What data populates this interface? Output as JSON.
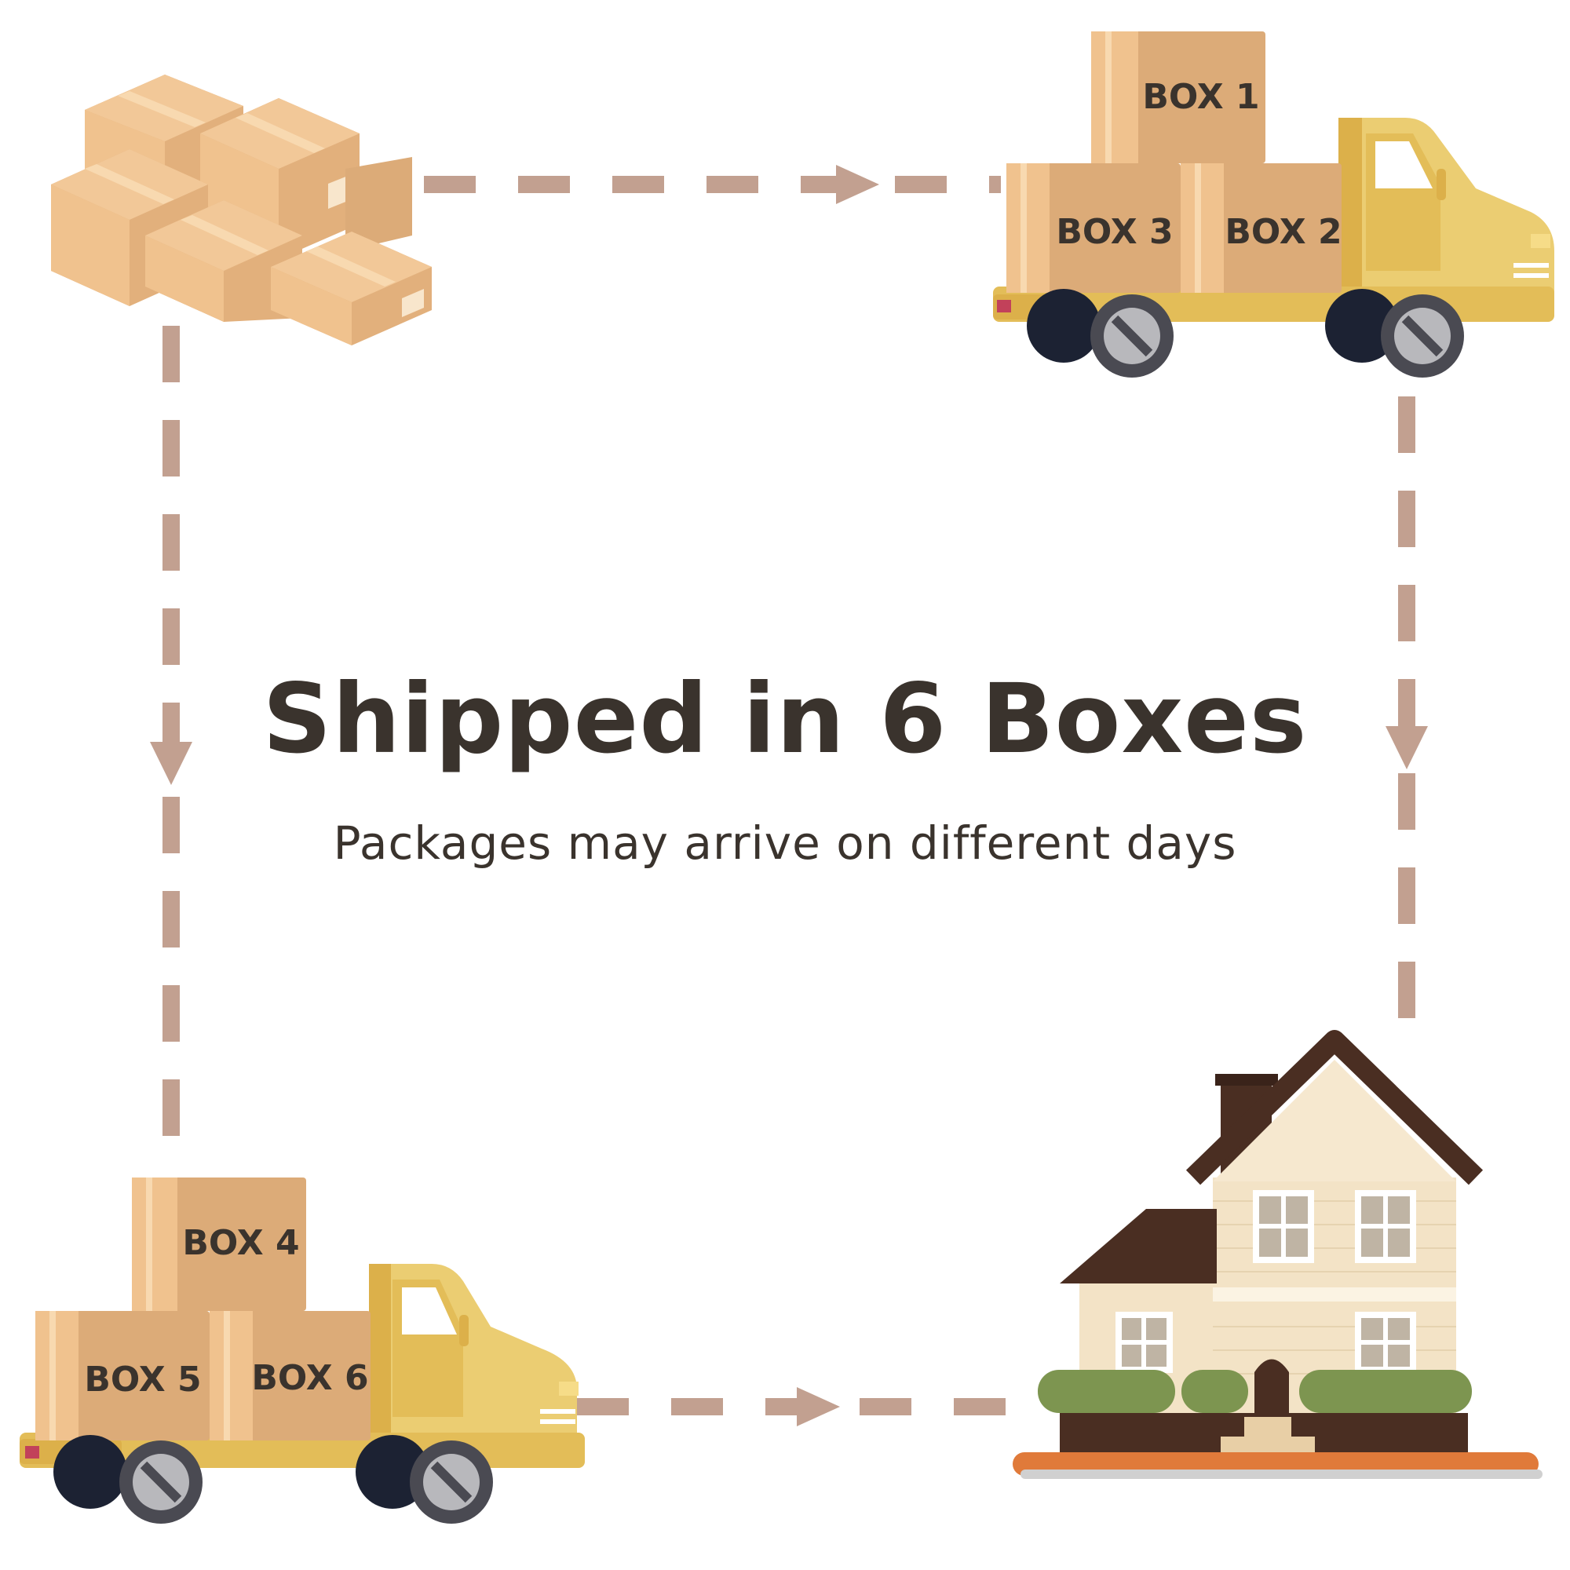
{
  "title": "Shipped in 6 Boxes",
  "subtitle": "Packages may arrive on different days",
  "truck_top": {
    "boxes": [
      "BOX 1",
      "BOX 3",
      "BOX 2"
    ]
  },
  "truck_bottom": {
    "boxes": [
      "BOX 4",
      "BOX 5",
      "BOX 6"
    ]
  },
  "colors": {
    "arrow": "#c2a090",
    "box_light": "#f0c28e",
    "box_dark": "#dcab78",
    "truck": "#ebcd72",
    "text": "#3a332d",
    "roof": "#4a2e22",
    "house_wall": "#f3e3c6",
    "bush": "#7d9550",
    "ground": "#e07a3a"
  }
}
